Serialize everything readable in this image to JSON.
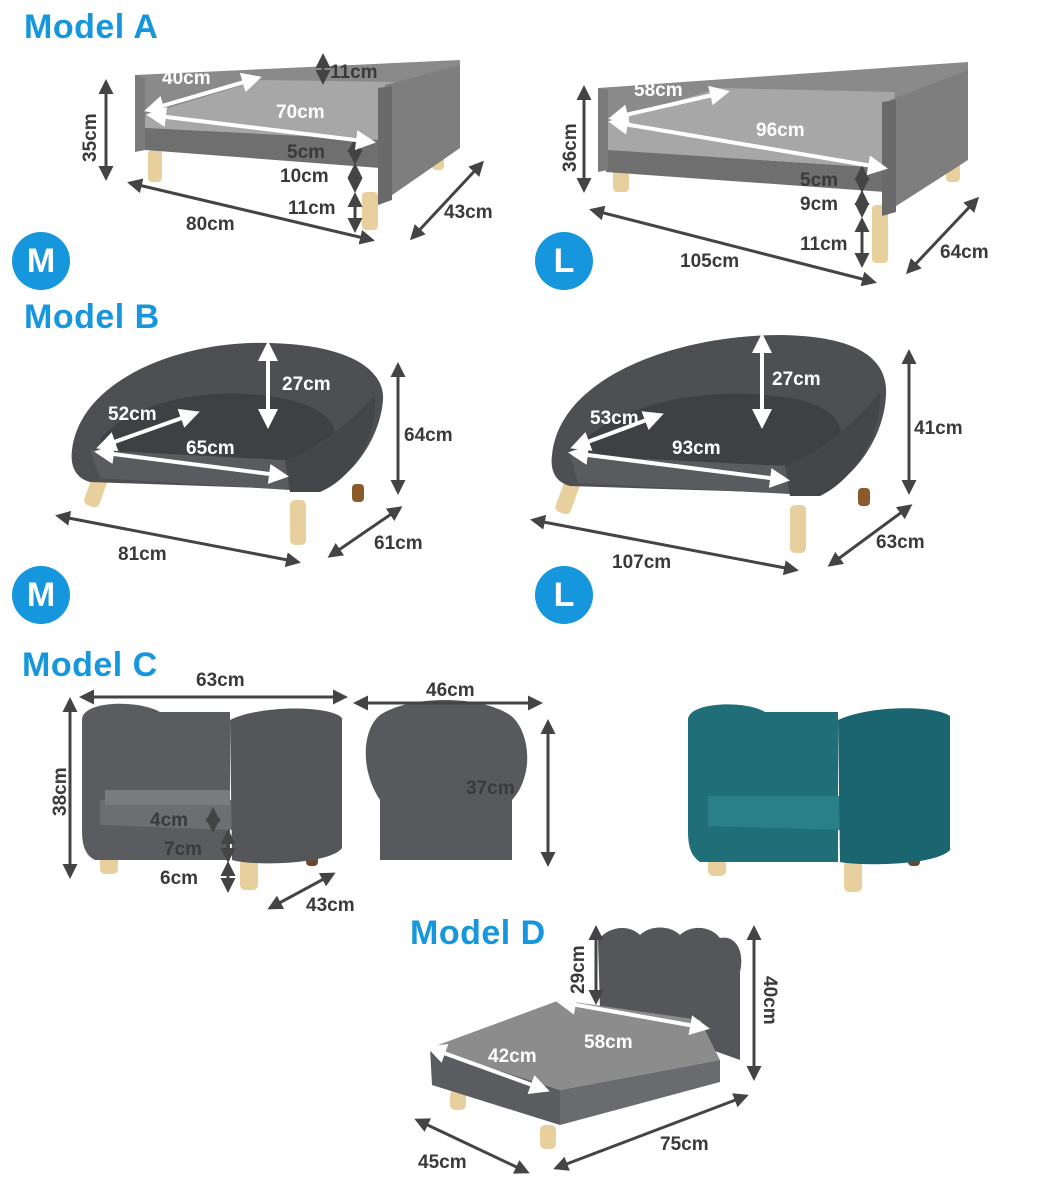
{
  "titles": {
    "model_a": "Model A",
    "model_b": "Model B",
    "model_c": "Model C",
    "model_d": "Model D"
  },
  "badges": {
    "medium": "M",
    "large": "L"
  },
  "model_a_m": {
    "depth_seat": "40cm",
    "arm_height": "11cm",
    "height": "35cm",
    "seat_width": "70cm",
    "cushion_top": "5cm",
    "cushion_mid": "10cm",
    "leg_height": "11cm",
    "width": "80cm",
    "depth": "43cm"
  },
  "model_a_l": {
    "depth_seat": "58cm",
    "seat_width": "96cm",
    "height": "36cm",
    "cushion_top": "5cm",
    "cushion_mid": "9cm",
    "leg_height": "11cm",
    "width": "105cm",
    "depth": "64cm"
  },
  "model_b_m": {
    "back_height": "27cm",
    "depth_seat": "52cm",
    "seat_width": "65cm",
    "height": "64cm",
    "width": "81cm",
    "depth": "61cm"
  },
  "model_b_l": {
    "back_height": "27cm",
    "depth_seat": "53cm",
    "seat_width": "93cm",
    "height": "41cm",
    "width": "107cm",
    "depth": "63cm"
  },
  "model_c": {
    "width": "63cm",
    "back_width": "46cm",
    "height": "38cm",
    "back_height": "37cm",
    "cushion": "4cm",
    "base": "7cm",
    "legs": "6cm",
    "depth": "43cm"
  },
  "model_d": {
    "headboard": "29cm",
    "height": "40cm",
    "depth_seat": "42cm",
    "seat_length": "58cm",
    "depth": "45cm",
    "length": "75cm"
  },
  "colors": {
    "accent": "#1596dd",
    "sofa_gray": "#8a8a8a",
    "sofa_dark": "#5b5c5f",
    "teal": "#1f6e78",
    "wood": "#e8cf9e",
    "label": "#3a3a3a"
  }
}
